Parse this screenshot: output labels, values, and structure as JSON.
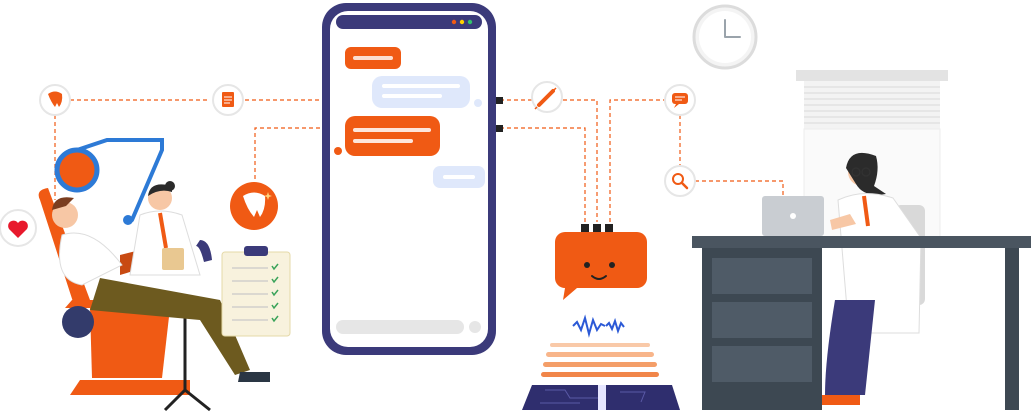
{
  "colors": {
    "accent": "#f05a14",
    "phone_frame": "#3b3a7a",
    "bubble_light": "#dfe8fb",
    "desk_dark": "#3d4852",
    "desk_top": "#4a5560",
    "text_lines": "#ffffff"
  },
  "icons": {
    "tooth_small": "tooth-icon",
    "document": "document-icon",
    "syringe": "syringe-icon",
    "chat": "chat-icon",
    "search": "search-icon",
    "heart": "heart-icon",
    "tooth_large": "tooth-sparkle-icon",
    "clock": "clock-icon"
  },
  "scene": {
    "left": "dental-patient-and-dentist",
    "center": "mobile-chat-and-voice-robot",
    "right": "doctor-at-laptop"
  }
}
